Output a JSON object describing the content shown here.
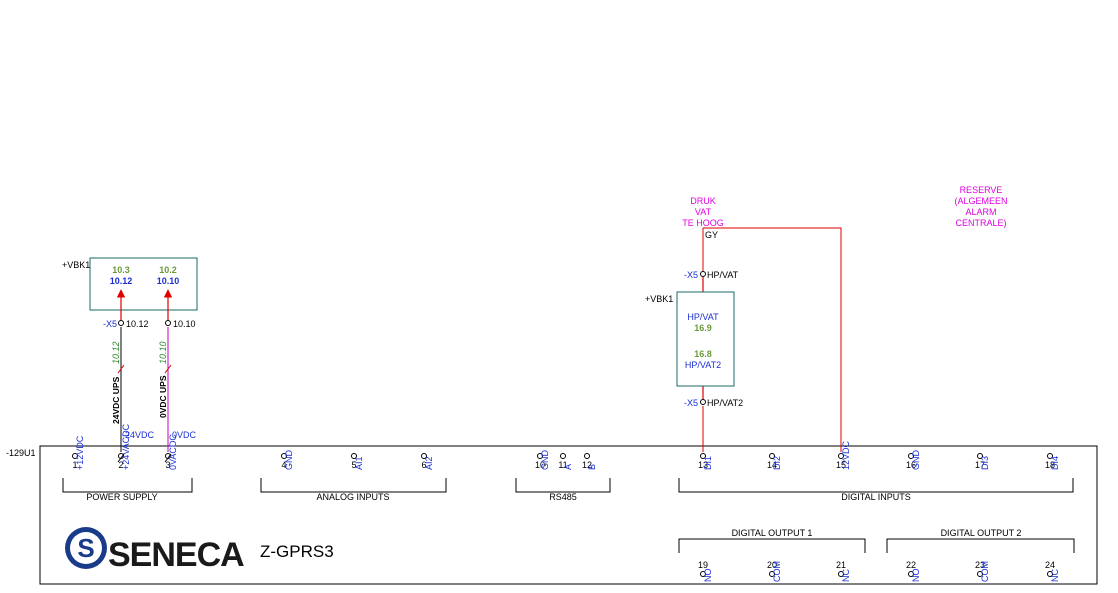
{
  "colors": {
    "frame": "#000000",
    "pin_label": "#1a2fd6",
    "relay_ref": "#6a9a3a",
    "wire_red": "#e00000",
    "wire_magenta": "#c000c0",
    "annotation": "#e000e0",
    "box_teal": "#1a6a6a",
    "logo_blue": "#1a3a8a"
  },
  "module": {
    "tag": "-129U1",
    "model": "Z-GPRS3",
    "brand": "SENECA"
  },
  "groups": [
    {
      "label": "POWER SUPPLY"
    },
    {
      "label": "ANALOG INPUTS"
    },
    {
      "label": "RS485"
    },
    {
      "label": "DIGITAL INPUTS"
    },
    {
      "label": "DIGITAL OUTPUT 1"
    },
    {
      "label": "DIGITAL OUTPUT 2"
    }
  ],
  "terminals_top": [
    {
      "num": "1",
      "name": "+12VDC"
    },
    {
      "num": "2",
      "name": "+24VACDC"
    },
    {
      "num": "3",
      "name": "0VACDC"
    },
    {
      "num": "4",
      "name": "GND"
    },
    {
      "num": "5",
      "name": "AI1"
    },
    {
      "num": "6",
      "name": "AI2"
    },
    {
      "num": "10",
      "name": "GND"
    },
    {
      "num": "11",
      "name": "A"
    },
    {
      "num": "12",
      "name": "B"
    },
    {
      "num": "13",
      "name": "DI1"
    },
    {
      "num": "14",
      "name": "DI2"
    },
    {
      "num": "15",
      "name": "12VDC"
    },
    {
      "num": "16",
      "name": "GND"
    },
    {
      "num": "17",
      "name": "DI3"
    },
    {
      "num": "18",
      "name": "DI4"
    }
  ],
  "terminals_bottom": [
    {
      "num": "19",
      "name": "NO"
    },
    {
      "num": "20",
      "name": "COM"
    },
    {
      "num": "21",
      "name": "NC"
    },
    {
      "num": "22",
      "name": "NO"
    },
    {
      "num": "23",
      "name": "COM"
    },
    {
      "num": "24",
      "name": "NC"
    }
  ],
  "supply_box": {
    "tag": "+VBK1",
    "ref1": "10.3",
    "pin1": "10.12",
    "ref2": "10.2",
    "pin2": "10.10"
  },
  "supply_wires": {
    "strip": "-X5",
    "term1": "10.12",
    "term2": "10.10",
    "cable1": "24VDC UPS",
    "ref1": "10.12",
    "cable2": "0VDC UPS",
    "ref2": "10.10",
    "sig1": "24VDC",
    "sig2": "0VDC"
  },
  "alarm_box": {
    "tag": "+VBK1",
    "pin_top": "HP/VAT",
    "ref_top": "16.9",
    "ref_bottom": "16.8",
    "pin_bottom": "HP/VAT2"
  },
  "alarm_wires": {
    "strip": "-X5",
    "term_top": "HP/VAT",
    "term_bottom": "HP/VAT2",
    "wire_color": "GY"
  },
  "notes": {
    "druk": [
      "DRUK",
      "VAT",
      "TE HOOG"
    ],
    "reserve": [
      "RESERVE",
      "(ALGEMEEN",
      "ALARM",
      "CENTRALE)"
    ]
  }
}
